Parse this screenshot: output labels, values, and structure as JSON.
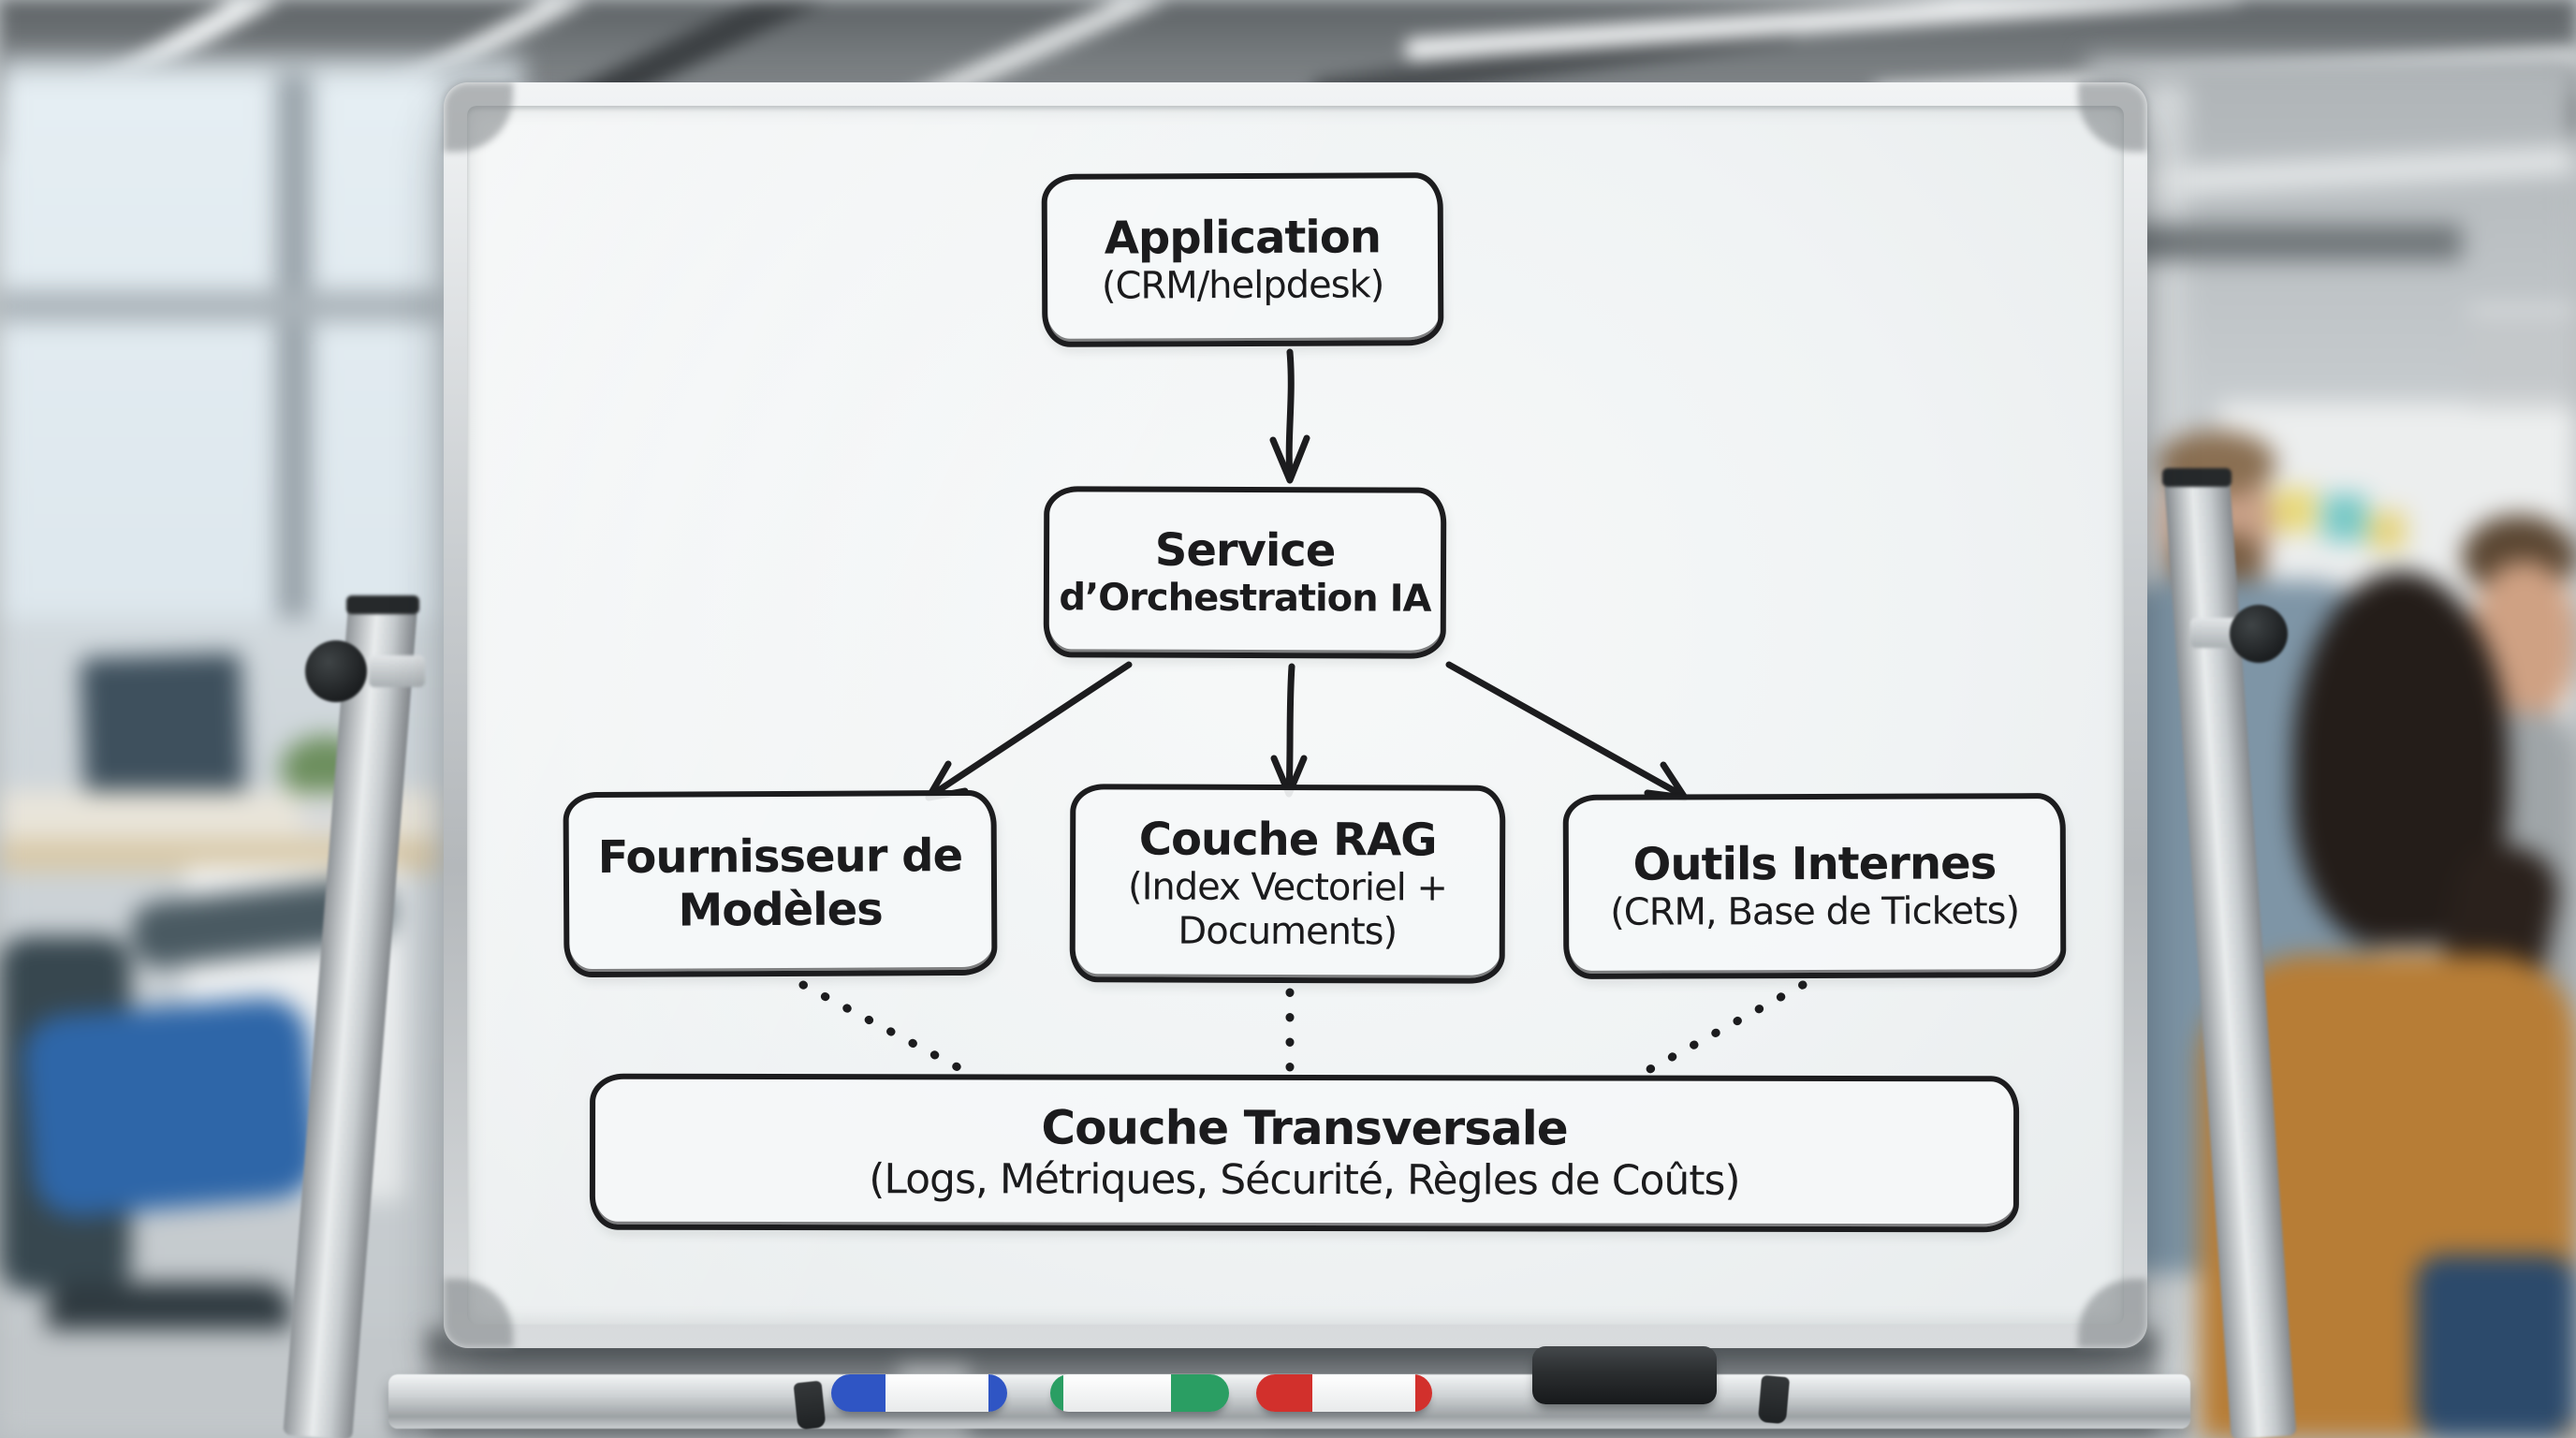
{
  "diagram": {
    "ink_color": "#1c1c1e",
    "nodes": [
      {
        "id": "application",
        "title": "Application",
        "subtitle": "(CRM/helpdesk)"
      },
      {
        "id": "service-orchestration",
        "title": "Service",
        "subtitle": "d’Orchestration IA"
      },
      {
        "id": "fournisseur-modeles",
        "title": "Fournisseur de Modèles",
        "subtitle": ""
      },
      {
        "id": "couche-rag",
        "title": "Couche RAG",
        "subtitle": "(Index Vectoriel + Documents)"
      },
      {
        "id": "outils-internes",
        "title": "Outils Internes",
        "subtitle": "(CRM, Base de Tickets)"
      },
      {
        "id": "couche-transversale",
        "title": "Couche Transversale",
        "subtitle": "(Logs, Métriques, Sécurité, Règles de Coûts)"
      }
    ],
    "edges": [
      {
        "from": "application",
        "to": "service-orchestration",
        "style": "solid-arrow"
      },
      {
        "from": "service-orchestration",
        "to": "fournisseur-modeles",
        "style": "solid-arrow"
      },
      {
        "from": "service-orchestration",
        "to": "couche-rag",
        "style": "solid-arrow"
      },
      {
        "from": "service-orchestration",
        "to": "outils-internes",
        "style": "solid-arrow"
      },
      {
        "from": "fournisseur-modeles",
        "to": "couche-transversale",
        "style": "dotted"
      },
      {
        "from": "couche-rag",
        "to": "couche-transversale",
        "style": "dotted"
      },
      {
        "from": "outils-internes",
        "to": "couche-transversale",
        "style": "dotted"
      }
    ]
  },
  "whiteboard": {
    "surface_color": "#f2f4f5",
    "frame_color": "#c7cbce"
  },
  "tray": {
    "markers": [
      {
        "name": "blue-marker",
        "color": "#2f55c4"
      },
      {
        "name": "green-marker",
        "color": "#2a9e63"
      },
      {
        "name": "red-marker",
        "color": "#d2302c"
      }
    ],
    "eraser_color": "#2b2e30"
  }
}
